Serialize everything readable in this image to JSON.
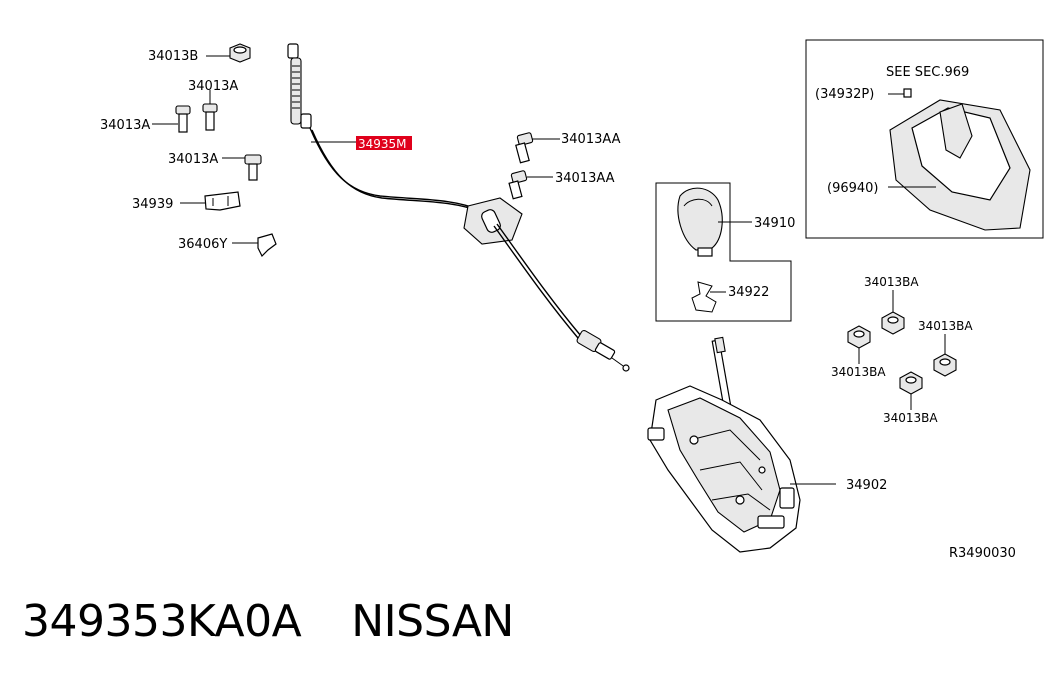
{
  "diagram": {
    "part_labels": {
      "p34013B": "34013B",
      "p34013A_top": "34013A",
      "p34013A_left": "34013A",
      "p34013A_mid": "34013A",
      "p34939": "34939",
      "p36406Y": "36406Y",
      "p34935M": "34935M",
      "p34013AA_1": "34013AA",
      "p34013AA_2": "34013AA",
      "p34910": "34910",
      "p34922": "34922",
      "p34902": "34902",
      "p34013BA_1": "34013BA",
      "p34013BA_2": "34013BA",
      "p34013BA_3": "34013BA",
      "p34013BA_4": "34013BA",
      "see_sec": "SEE SEC.969",
      "p34932P": "(34932P)",
      "p96940": "(96940)"
    },
    "highlight_color": "#e0001b",
    "reference_code": "R3490030"
  },
  "footer": {
    "part_number": "349353KA0A",
    "brand": "NISSAN"
  }
}
